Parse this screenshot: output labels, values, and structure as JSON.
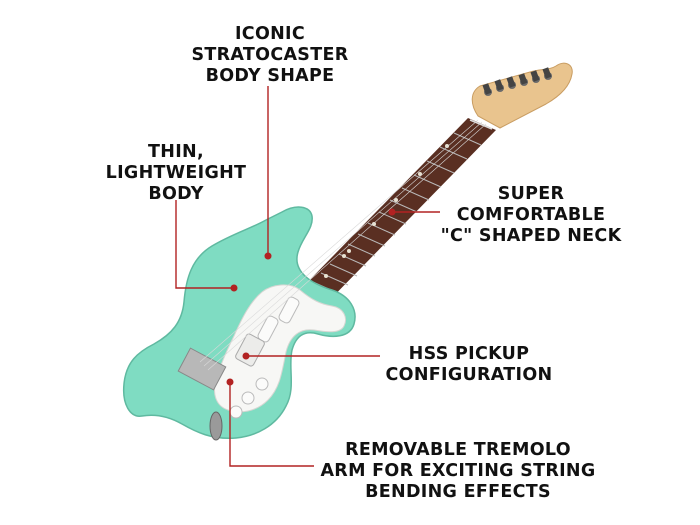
{
  "callouts": {
    "body_shape": {
      "lines": [
        "ICONIC",
        "STRATOCASTER",
        "BODY SHAPE"
      ]
    },
    "thin_body": {
      "lines": [
        "THIN,",
        "LIGHTWEIGHT",
        "BODY"
      ]
    },
    "neck": {
      "lines": [
        "SUPER",
        "COMFORTABLE",
        "\"C\" SHAPED NECK"
      ]
    },
    "pickup": {
      "lines": [
        "HSS PICKUP",
        "CONFIGURATION"
      ]
    },
    "tremolo": {
      "lines": [
        "REMOVABLE TREMOLO",
        "ARM FOR EXCITING STRING",
        "BENDING EFFECTS"
      ]
    }
  },
  "colors": {
    "body": "#7fdcc2",
    "pickguard": "#f7f7f5",
    "neck_wood": "#e9c48e",
    "fretboard": "#5a2f22",
    "leader": "#b22222",
    "text": "#111111"
  },
  "icons": [
    "electric-guitar-illustration"
  ]
}
